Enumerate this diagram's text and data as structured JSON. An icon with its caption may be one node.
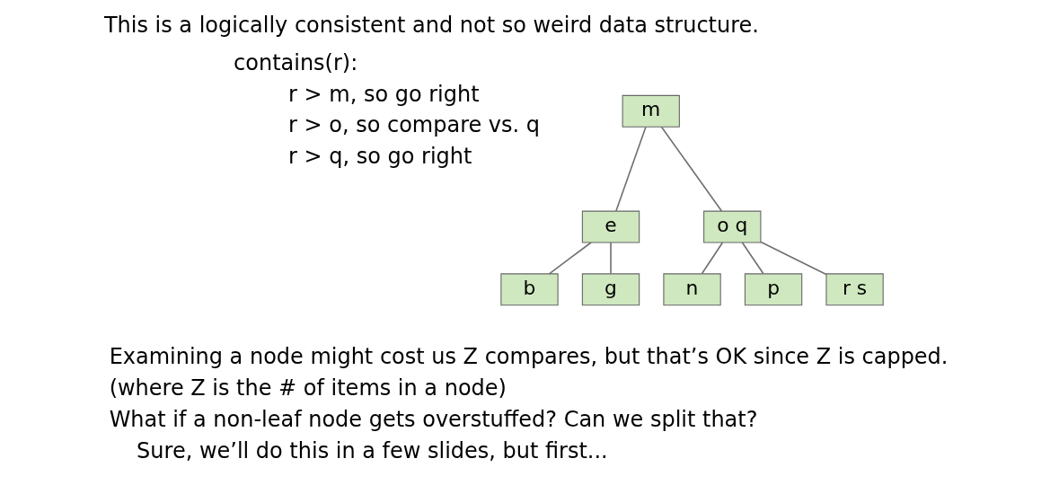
{
  "diagram": {
    "title": "This is a logically consistent and not so weird data structure.",
    "nodes": [
      {
        "text": [
          "m"
        ]
      },
      {
        "text": [
          "e"
        ]
      },
      {
        "text": [
          "o q"
        ]
      },
      {
        "text": [
          "b"
        ]
      },
      {
        "text": [
          "g"
        ]
      },
      {
        "text": [
          "n"
        ]
      },
      {
        "text": [
          "p"
        ]
      },
      {
        "text": [
          "r s"
        ]
      }
    ],
    "edges": [
      {
        "from": 0,
        "to": 1,
        "arrow": "none"
      },
      {
        "from": 0,
        "to": 2,
        "arrow": "none"
      },
      {
        "from": 1,
        "to": 3,
        "arrow": "none"
      },
      {
        "from": 1,
        "to": 4,
        "arrow": "none"
      },
      {
        "from": 2,
        "to": 5,
        "arrow": "none"
      },
      {
        "from": 2,
        "to": 6,
        "arrow": "none"
      },
      {
        "from": 2,
        "to": 7,
        "arrow": "none"
      }
    ],
    "labels": [
      "contains(r):",
      "r > m, so go right",
      "r > o, so compare vs. q",
      "r > q, so go right",
      "Examining a node might cost us Z compares, but that’s OK since Z is capped.",
      "(where Z is the # of items in a node)",
      "What if a non-leaf node gets overstuffed? Can we split that?",
      "Sure, we’ll do this in a few slides, but first..."
    ]
  }
}
